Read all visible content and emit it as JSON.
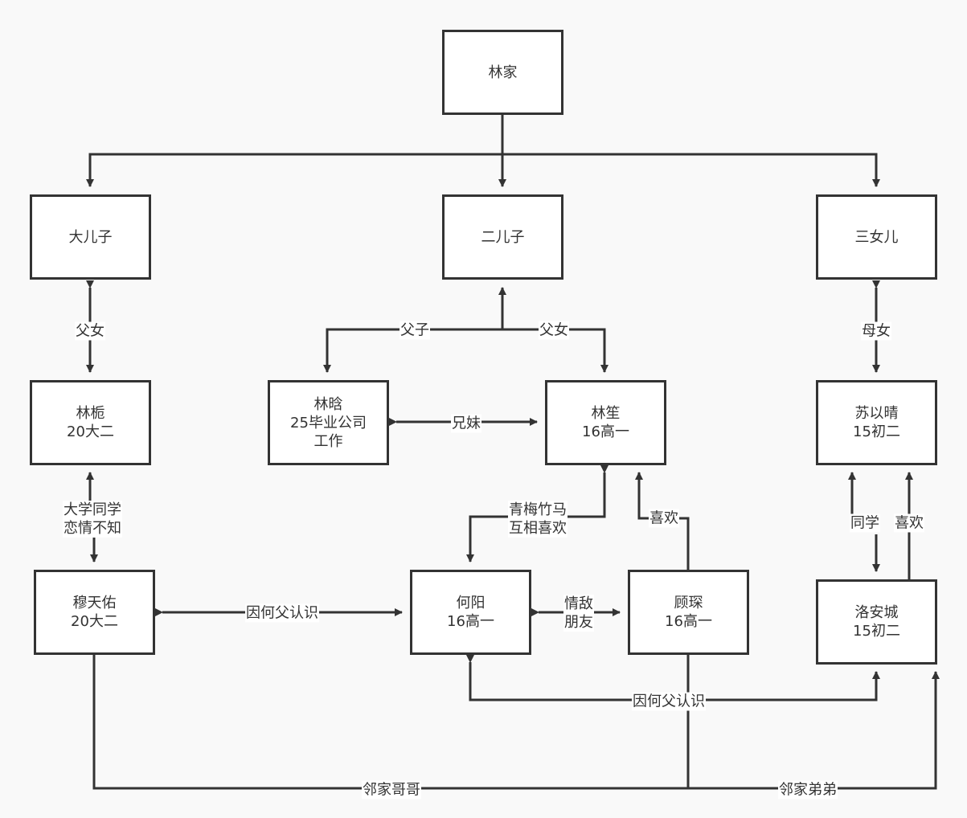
{
  "diagram": {
    "type": "family-relationship-chart",
    "colors": {
      "line": "#333333",
      "node_fill": "#ffffff",
      "background": "#f9f9f9"
    },
    "nodes": {
      "lin_family": "林家",
      "eldest_son": "大儿子",
      "second_son": "二儿子",
      "third_daughter": "三女儿",
      "lin_zhi": "林栀\n20大二",
      "lin_han": "林晗\n25毕业公司\n工作",
      "lin_sheng": "林笙\n16高一",
      "su_yiqing": "苏以晴\n15初二",
      "mu_tianyou": "穆天佑\n20大二",
      "he_yang": "何阳\n16高一",
      "gu_chen": "顾琛\n16高一",
      "luo_ancheng": "洛安城\n15初二"
    },
    "edge_labels": {
      "eldest_son_lin_zhi": "父女",
      "second_son_lin_han": "父子",
      "second_son_lin_sheng": "父女",
      "third_daughter_su_yiqing": "母女",
      "lin_han_lin_sheng": "兄妹",
      "lin_zhi_mu_tianyou": "大学同学\n恋情不知",
      "lin_sheng_he_yang": "青梅竹马\n互相喜欢",
      "gu_chen_lin_sheng": "喜欢",
      "su_yiqing_luo_ancheng_classmate": "同学",
      "luo_ancheng_su_yiqing_like": "喜欢",
      "mu_tianyou_he_yang": "因何父认识",
      "he_yang_gu_chen": "情敌\n朋友",
      "he_yang_luo_ancheng": "因何父认识",
      "mu_tianyou_gu_chen": "邻家哥哥",
      "gu_chen_luo_ancheng": "邻家弟弟"
    }
  }
}
